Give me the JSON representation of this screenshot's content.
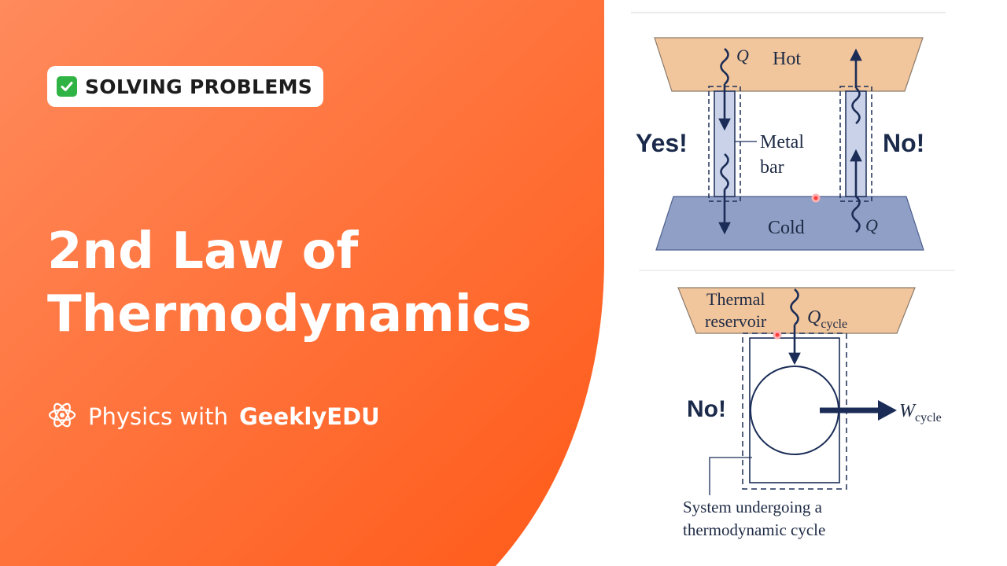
{
  "badge": {
    "label": "SOLVING PROBLEMS",
    "icon": "check-mark-icon"
  },
  "title": {
    "line1": "2nd Law of",
    "line2": "Thermodynamics"
  },
  "channel": {
    "prefix": "Physics with",
    "brand": "GeeklyEDU",
    "icon": "atom-icon"
  },
  "diagram_top": {
    "hot": "Hot",
    "cold": "Cold",
    "q_left": "Q",
    "q_right": "Q",
    "yes": "Yes!",
    "no": "No!",
    "bar_line1": "Metal",
    "bar_line2": "bar"
  },
  "diagram_bottom": {
    "reservoir_line1": "Thermal",
    "reservoir_line2": "reservoir",
    "q_symbol": "Q",
    "q_subscript": "cycle",
    "w_symbol": "W",
    "w_subscript": "cycle",
    "no": "No!",
    "caption_line1": "System undergoing a",
    "caption_line2": "thermodynamic cycle"
  },
  "colors": {
    "orange_start": "#ff8a5c",
    "orange_end": "#ff5e1c",
    "hot_reservoir": "#f2c69c",
    "cold_reservoir": "#8f9fc6",
    "metal_bar": "#c9d2e8",
    "ink": "#1b2d57",
    "badge_check": "#2fb344"
  }
}
